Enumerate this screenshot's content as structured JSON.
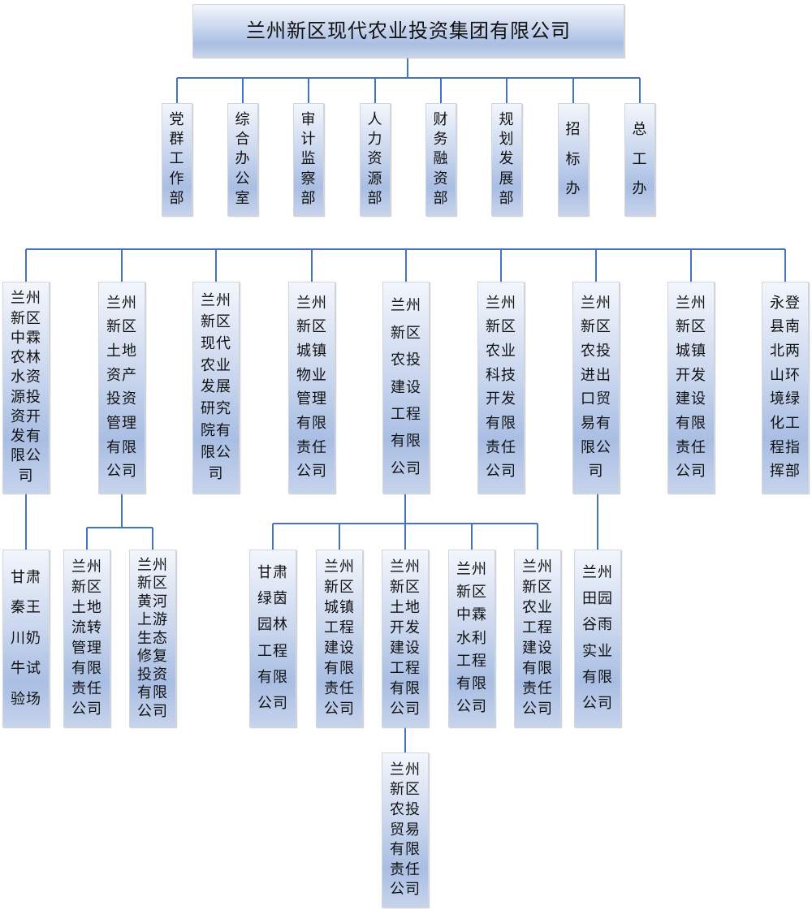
{
  "title": "兰州新区现代农业投资集团有限公司",
  "line_color": "#4472c4",
  "departments": [
    {
      "lines": [
        "党",
        "群",
        "工",
        "作",
        "部"
      ]
    },
    {
      "lines": [
        "综",
        "合",
        "办",
        "公",
        "室"
      ]
    },
    {
      "lines": [
        "审",
        "计",
        "监",
        "察",
        "部"
      ]
    },
    {
      "lines": [
        "人",
        "力",
        "资",
        "源",
        "部"
      ]
    },
    {
      "lines": [
        "财",
        "务",
        "融",
        "资",
        "部"
      ]
    },
    {
      "lines": [
        "规",
        "划",
        "发",
        "展",
        "部"
      ]
    },
    {
      "lines": [
        "招",
        "标",
        "办"
      ]
    },
    {
      "lines": [
        "总",
        "工",
        "办"
      ]
    }
  ],
  "subsidiaries": [
    {
      "lines": [
        "兰州",
        "新区",
        "中霖",
        "农林",
        "水资",
        "源投",
        "资开",
        "发有",
        "限公",
        "司"
      ]
    },
    {
      "lines": [
        "兰州",
        "新区",
        "土地",
        "资产",
        "投资",
        "管理",
        "有限",
        "公司"
      ]
    },
    {
      "lines": [
        "兰州",
        "新区",
        "现代",
        "农业",
        "发展",
        "研究",
        "院有",
        "限公",
        "司"
      ]
    },
    {
      "lines": [
        "兰州",
        "新区",
        "城镇",
        "物业",
        "管理",
        "有限",
        "责任",
        "公司"
      ]
    },
    {
      "lines": [
        "兰州",
        "新区",
        "农投",
        "建设",
        "工程",
        "有限",
        "公司"
      ]
    },
    {
      "lines": [
        "兰州",
        "新区",
        "农业",
        "科技",
        "开发",
        "有限",
        "责任",
        "公司"
      ]
    },
    {
      "lines": [
        "兰州",
        "新区",
        "农投",
        "进出",
        "口贸",
        "易有",
        "限公",
        "司"
      ]
    },
    {
      "lines": [
        "兰州",
        "新区",
        "城镇",
        "开发",
        "建设",
        "有限",
        "责任",
        "公司"
      ]
    },
    {
      "lines": [
        "永登",
        "县南",
        "北两",
        "山环",
        "境绿",
        "化工",
        "程指",
        "挥部"
      ]
    }
  ],
  "second_level": [
    {
      "lines": [
        "甘肃",
        "秦王",
        "川奶",
        "牛试",
        "验场"
      ]
    },
    {
      "lines": [
        "兰州",
        "新区",
        "土地",
        "流转",
        "管理",
        "有限",
        "责任",
        "公司"
      ]
    },
    {
      "lines": [
        "兰州",
        "新区",
        "黄河",
        "上游",
        "生态",
        "修复",
        "投资",
        "有限",
        "公司"
      ]
    },
    {
      "lines": [
        "甘肃",
        "绿茵",
        "园林",
        "工程",
        "有限",
        "公司"
      ]
    },
    {
      "lines": [
        "兰州",
        "新区",
        "城镇",
        "工程",
        "建设",
        "有限",
        "责任",
        "公司"
      ]
    },
    {
      "lines": [
        "兰州",
        "新区",
        "土地",
        "开发",
        "建设",
        "工程",
        "有限",
        "公司"
      ]
    },
    {
      "lines": [
        "兰州",
        "新区",
        "中霖",
        "水利",
        "工程",
        "有限",
        "公司"
      ]
    },
    {
      "lines": [
        "兰州",
        "新区",
        "农业",
        "工程",
        "建设",
        "有限",
        "责任",
        "公司"
      ]
    },
    {
      "lines": [
        "兰州",
        "田园",
        "谷雨",
        "实业",
        "有限",
        "公司"
      ]
    }
  ],
  "third_level": [
    {
      "lines": [
        "兰州",
        "新区",
        "农投",
        "贸易",
        "有限",
        "责任",
        "公司"
      ]
    }
  ]
}
